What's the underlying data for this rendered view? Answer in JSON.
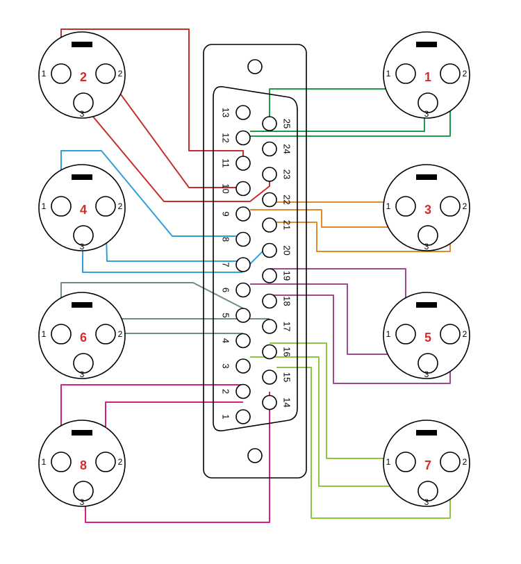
{
  "colors": {
    "xlr_number": "#d42b2b",
    "xlr_1": "#1f9a48",
    "xlr_2": "#c62d2d",
    "xlr_3": "#e08a2c",
    "xlr_4": "#2f9fd8",
    "xlr_5": "#9c4a8c",
    "xlr_6": "#6f8a8a",
    "xlr_7": "#8dc63f",
    "xlr_8": "#d61f85"
  },
  "xlr_pin_labels": {
    "p1": "1",
    "p2": "2",
    "p3": "3"
  },
  "xlr": [
    {
      "id": "xlr-2",
      "number": "2"
    },
    {
      "id": "xlr-1",
      "number": "1"
    },
    {
      "id": "xlr-4",
      "number": "4"
    },
    {
      "id": "xlr-3",
      "number": "3"
    },
    {
      "id": "xlr-6",
      "number": "6"
    },
    {
      "id": "xlr-5",
      "number": "5"
    },
    {
      "id": "xlr-8",
      "number": "8"
    },
    {
      "id": "xlr-7",
      "number": "7"
    }
  ],
  "db25_pins": [
    "1",
    "2",
    "3",
    "4",
    "5",
    "6",
    "7",
    "8",
    "9",
    "10",
    "11",
    "12",
    "13",
    "14",
    "15",
    "16",
    "17",
    "18",
    "19",
    "20",
    "21",
    "22",
    "23",
    "24",
    "25"
  ],
  "wiring": [
    {
      "xlr": "2",
      "pin1": "11",
      "pin2": "10",
      "pin3": "23"
    },
    {
      "xlr": "1",
      "pin1": "25",
      "pin2": "12",
      "pin3": "12"
    },
    {
      "xlr": "4",
      "pin1": "8",
      "pin2": "7",
      "pin3": "20"
    },
    {
      "xlr": "3",
      "pin1": "22",
      "pin2": "21",
      "pin3": "9"
    },
    {
      "xlr": "6",
      "pin1": "5",
      "pin2": "4",
      "pin3": "17"
    },
    {
      "xlr": "5",
      "pin1": "19",
      "pin2": "6",
      "pin3": "18"
    },
    {
      "xlr": "8",
      "pin1": "2",
      "pin2": "1",
      "pin3": "14"
    },
    {
      "xlr": "7",
      "pin1": "16",
      "pin2": "3",
      "pin3": "15"
    }
  ]
}
